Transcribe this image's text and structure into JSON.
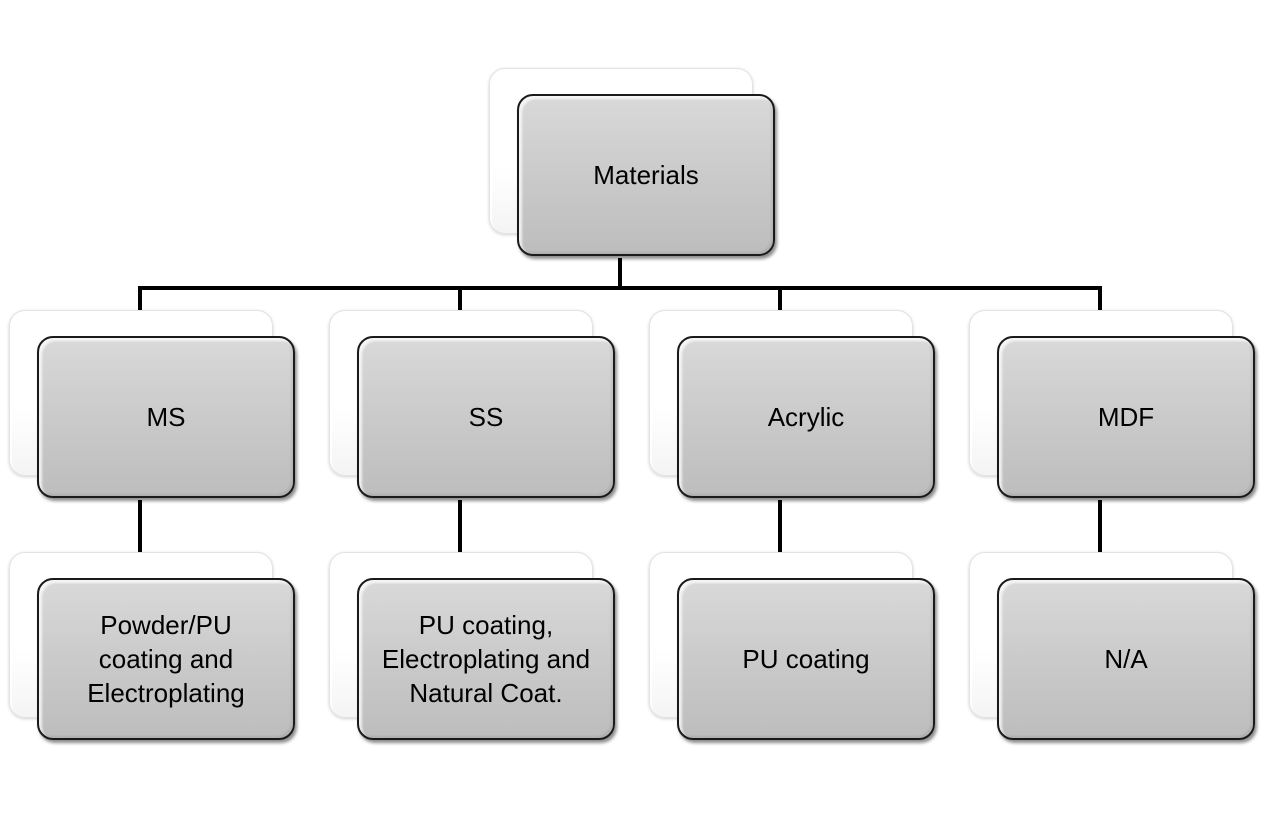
{
  "diagram": {
    "root": {
      "label": "Materials"
    },
    "materials": [
      {
        "label": "MS",
        "finish": "Powder/PU\ncoating and\nElectroplating"
      },
      {
        "label": "SS",
        "finish": "PU coating,\nElectroplating and\nNatural Coat."
      },
      {
        "label": "Acrylic",
        "finish": "PU coating"
      },
      {
        "label": "MDF",
        "finish": "N/A"
      }
    ]
  },
  "colors": {
    "box_fill": "#c9c9c9",
    "box_border": "#1a1a1a",
    "connector": "#000000"
  }
}
